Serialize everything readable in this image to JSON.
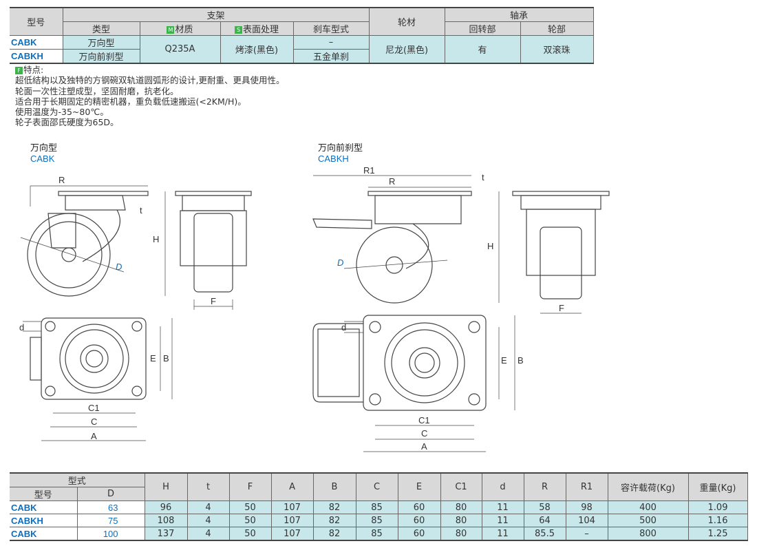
{
  "spec_table": {
    "headers": {
      "model": "型号",
      "bracket": "支架",
      "type": "类型",
      "material": "材质",
      "surface": "表面处理",
      "brake": "刹车型式",
      "wheel": "轮材",
      "bearing": "轴承",
      "swivel": "回转部",
      "wheel_part": "轮部"
    },
    "badges": {
      "material": "M",
      "surface": "S",
      "feature": "F"
    },
    "rows": [
      {
        "model": "CABK",
        "type": "万向型",
        "brake": "–"
      },
      {
        "model": "CABKH",
        "type": "万向前刹型",
        "brake": "五金单刹"
      }
    ],
    "material": "Q235A",
    "surface": "烤漆(黑色)",
    "wheel": "尼龙(黑色)",
    "swivel": "有",
    "wheel_part": "双滚珠"
  },
  "features": {
    "title": "特点:",
    "lines": [
      "超低结构以及独特的方钢碗双轨道圆弧形的设计,更耐重、更具使用性。",
      "轮面一次性注塑成型，坚固耐磨，抗老化。",
      "适合用于长期固定的精密机器，重负载低速搬运(<2KM/H)。",
      "使用温度为-35~80℃。",
      "轮子表面邵氏硬度为65D。"
    ]
  },
  "drawings": {
    "left": {
      "title": "万向型",
      "model": "CABK"
    },
    "right": {
      "title": "万向前刹型",
      "model": "CABKH"
    },
    "dims": {
      "R": "R",
      "R1": "R1",
      "t": "t",
      "H": "H",
      "D": "D",
      "F": "F",
      "d": "d",
      "E": "E",
      "B": "B",
      "C1": "C1",
      "C": "C",
      "A": "A"
    }
  },
  "dim_table": {
    "group": "型式",
    "model": "型号",
    "D": "D",
    "columns": [
      "H",
      "t",
      "F",
      "A",
      "B",
      "C",
      "E",
      "C1",
      "d",
      "R",
      "R1",
      "容许载荷(Kg)",
      "重量(Kg)"
    ],
    "rows": [
      {
        "model": "CABK",
        "D": "63",
        "values": [
          "96",
          "4",
          "50",
          "107",
          "82",
          "85",
          "60",
          "80",
          "11",
          "58",
          "98",
          "400",
          "1.09"
        ]
      },
      {
        "model": "CABKH",
        "D": "75",
        "values": [
          "108",
          "4",
          "50",
          "107",
          "82",
          "85",
          "60",
          "80",
          "11",
          "64",
          "104",
          "500",
          "1.16"
        ]
      },
      {
        "model": "CABK",
        "D": "100",
        "values": [
          "137",
          "4",
          "50",
          "107",
          "82",
          "85",
          "60",
          "80",
          "11",
          "85.5",
          "–",
          "800",
          "1.25"
        ]
      }
    ]
  },
  "colors": {
    "accent": "#0a6fc2",
    "cell": "#c8e7eb",
    "header": "#d9d9d9",
    "badge": "#3cb44b"
  }
}
